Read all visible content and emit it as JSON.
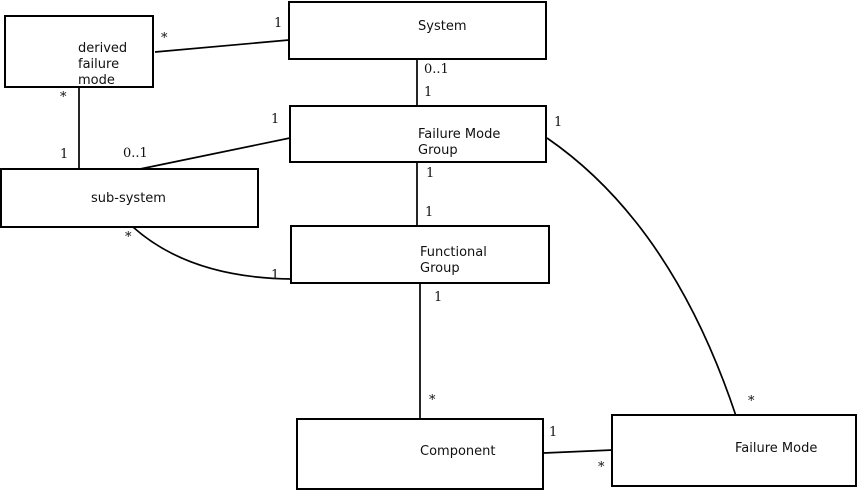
{
  "diagram": {
    "type": "uml-class-association-diagram",
    "colors": {
      "background": "#ffffff",
      "line": "#000000",
      "text": "#111111"
    },
    "nodes": [
      {
        "id": "derived-failure-mode",
        "label": "derived failure mode",
        "lines": [
          "derived",
          "failure",
          "mode"
        ]
      },
      {
        "id": "system",
        "label": "System",
        "lines": [
          "System"
        ]
      },
      {
        "id": "failure-mode-group",
        "label": "Failure Mode Group",
        "lines": [
          "Failure Mode",
          "Group"
        ]
      },
      {
        "id": "sub-system",
        "label": "sub-system",
        "lines": [
          "sub-system"
        ]
      },
      {
        "id": "functional-group",
        "label": "Functional Group",
        "lines": [
          "Functional",
          "Group"
        ]
      },
      {
        "id": "component",
        "label": "Component",
        "lines": [
          "Component"
        ]
      },
      {
        "id": "failure-mode",
        "label": "Failure Mode",
        "lines": [
          "Failure Mode"
        ]
      }
    ],
    "edges": [
      {
        "from": "derived failure mode",
        "to": "System",
        "from_mult": "*",
        "to_mult": "1"
      },
      {
        "from": "System",
        "to": "Failure Mode Group",
        "from_mult": "0..1",
        "to_mult": "1"
      },
      {
        "from": "derived failure mode",
        "to": "sub-system",
        "from_mult": "*",
        "to_mult": "1"
      },
      {
        "from": "sub-system",
        "to": "Failure Mode Group",
        "from_mult": "0..1",
        "to_mult": "1"
      },
      {
        "from": "Failure Mode Group",
        "to": "Functional Group",
        "from_mult": "1",
        "to_mult": "1"
      },
      {
        "from": "sub-system",
        "to": "Functional Group",
        "from_mult": "*",
        "to_mult": "1"
      },
      {
        "from": "Functional Group",
        "to": "Component",
        "from_mult": "1",
        "to_mult": "*"
      },
      {
        "from": "Component",
        "to": "Failure Mode",
        "from_mult": "1",
        "to_mult": "*"
      },
      {
        "from": "Failure Mode Group",
        "to": "Failure Mode",
        "from_mult": "1",
        "to_mult": "*"
      }
    ]
  }
}
